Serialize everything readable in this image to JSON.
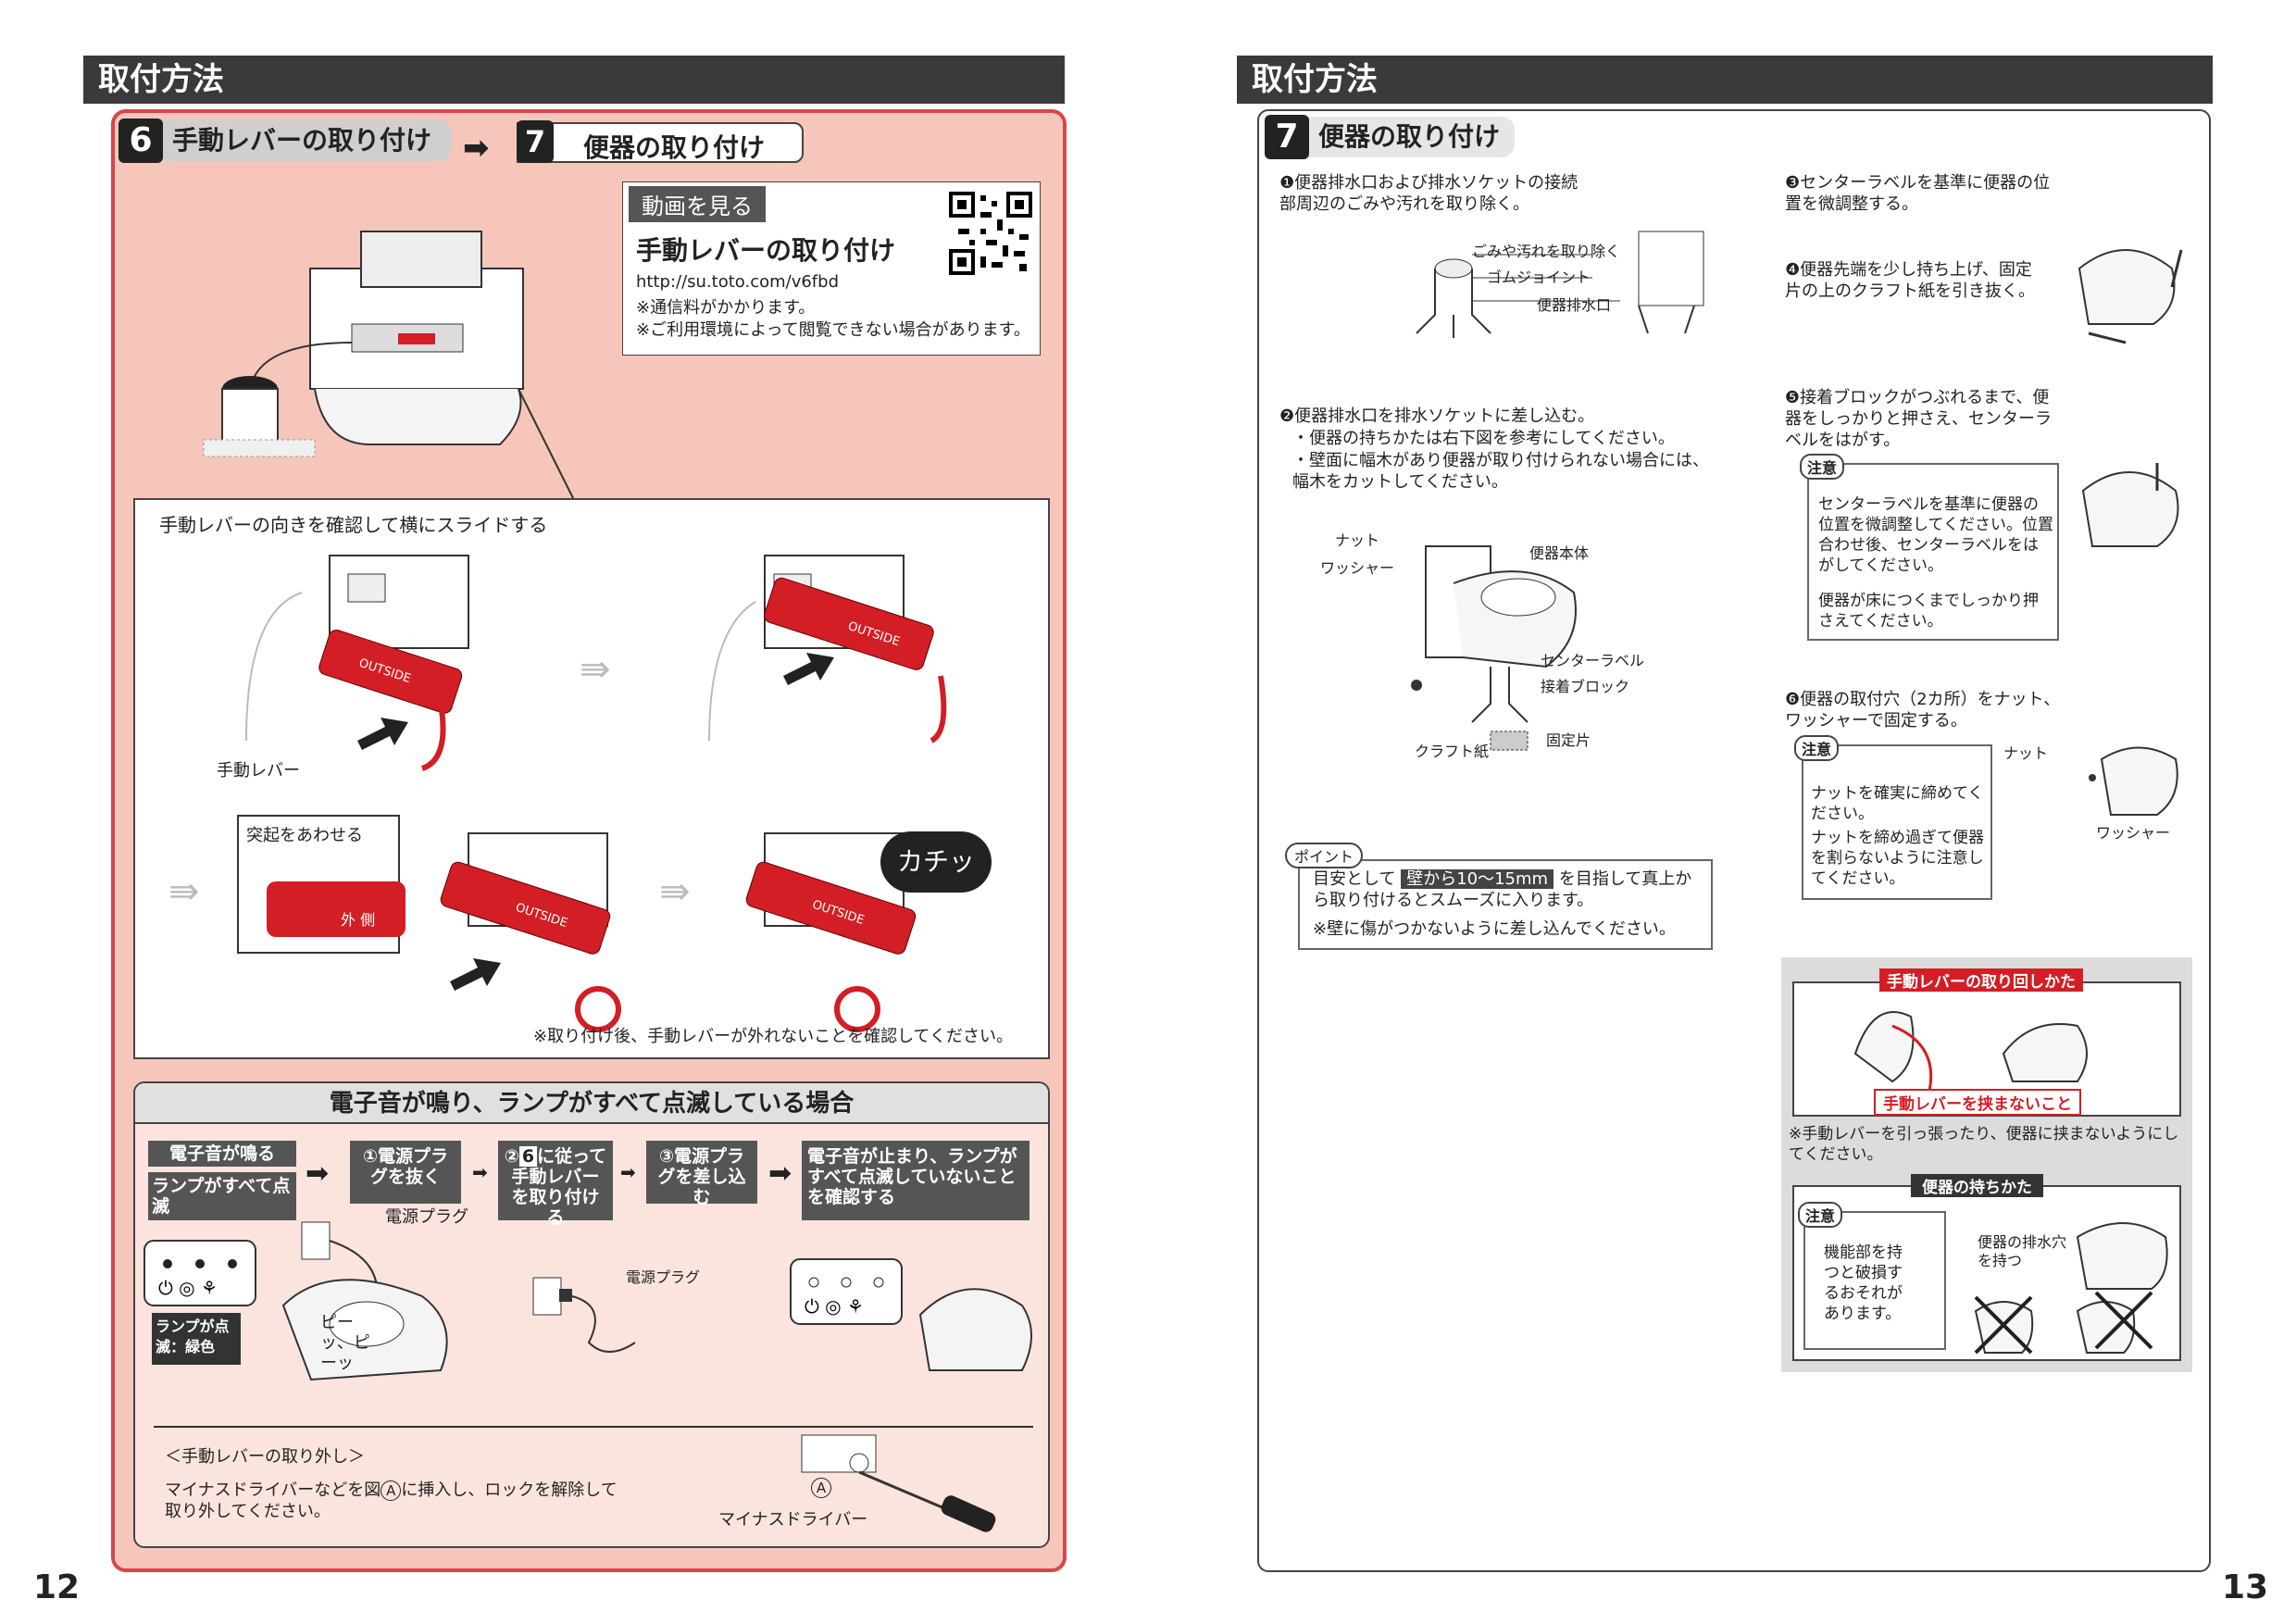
{
  "left": {
    "header": "取付方法",
    "step6_num": "6",
    "step6_title": "手動レバーの取り付け",
    "step7_num": "7",
    "step7_title": "便器の取り付け",
    "video": {
      "badge": "動画を見る",
      "title": "手動レバーの取り付け",
      "url": "http://su.toto.com/v6fbd",
      "note1": "※通信料がかかります。",
      "note2": "※ご利用環境によって閲覧できない場合があります。"
    },
    "slide_instruction": "手動レバーの向きを確認して横にスライドする",
    "label_lever": "手動レバー",
    "label_align": "突起をあわせる",
    "label_click": "カチッ",
    "lever_text_jp": "外 側",
    "lever_text_en": "OUTSIDE",
    "install_note": "※取り付け後、手動レバーが外れないことを確認してください。",
    "alarm": {
      "title": "電子音が鳴り、ランプがすべて点滅している場合",
      "cond1": "電子音が鳴る",
      "cond2": "ランプがすべて点滅",
      "s1": "①電源プラグを抜く",
      "s2_prefix": "②",
      "s2_num": "6",
      "s2_text": "に従って手動レバーを取り付ける",
      "s3": "③電源プラグを差し込む",
      "result": "電子音が止まり、ランプがすべて点滅していないことを確認する",
      "plug1": "電源プラグ",
      "plug2": "電源プラグ",
      "beep": "ピーッ、ピーッ",
      "lamp": "ランプが点滅：緑色"
    },
    "removal": {
      "title": "＜手動レバーの取り外し＞",
      "text1": "マイナスドライバーなどを図",
      "mark": "A",
      "text2": "に挿入し、ロックを解除して",
      "text3": "取り外してください。",
      "label_driver": "マイナスドライバー",
      "label_a": "A"
    },
    "page_num": "12"
  },
  "right": {
    "header": "取付方法",
    "step_num": "7",
    "step_title": "便器の取り付け",
    "st1": "❶便器排水口および排水ソケットの接続部周辺のごみや汚れを取り除く。",
    "st1_l1": "ごみや汚れを取り除く",
    "st1_l2": "ゴムジョイント",
    "st1_l3": "便器排水口",
    "st2": "❷便器排水口を排水ソケットに差し込む。",
    "st2_b1": "・便器の持ちかたは右下図を参考にしてください。",
    "st2_b2": "・壁面に幅木があり便器が取り付けられない場合には、幅木をカットしてください。",
    "l_nut": "ナット",
    "l_washer": "ワッシャー",
    "l_body": "便器本体",
    "l_center": "センターラベル",
    "l_block": "接着ブロック",
    "l_fix": "固定片",
    "l_kraft": "クラフト紙",
    "point_badge": "ポイント",
    "point_pre": "目安として",
    "point_hl": "壁から10〜15mm",
    "point_post": "を目指して真上から取り付けるとスムーズに入ります。",
    "point_note": "※壁に傷がつかないように差し込んでください。",
    "st3": "❸センターラベルを基準に便器の位置を微調整する。",
    "st4": "❹便器先端を少し持ち上げ、固定片の上のクラフト紙を引き抜く。",
    "st5": "❺接着ブロックがつぶれるまで、便器をしっかりと押さえ、センターラベルをはがす。",
    "caution_badge": "注意",
    "c1": "センターラベルを基準に便器の位置を微調整してください。位置合わせ後、センターラベルをはがしてください。",
    "c2": "便器が床につくまでしっかり押さえてください。",
    "st6": "❻便器の取付穴（2カ所）をナット、ワッシャーで固定する。",
    "c3": "ナットを確実に締めてください。",
    "c4": "ナットを締め過ぎて便器を割らないように注意してください。",
    "l_nut2": "ナット",
    "l_washer2": "ワッシャー",
    "lever_route_title": "手動レバーの取り回しかた",
    "lever_warn": "手動レバーを挟まないこと",
    "lever_note": "※手動レバーを引っ張ったり、便器に挟まないようにしてください。",
    "hold_title": "便器の持ちかた",
    "hold_caution": "機能部を持つと破損するおそれがあります。",
    "hold_label": "便器の排水穴を持つ",
    "page_num": "13"
  }
}
